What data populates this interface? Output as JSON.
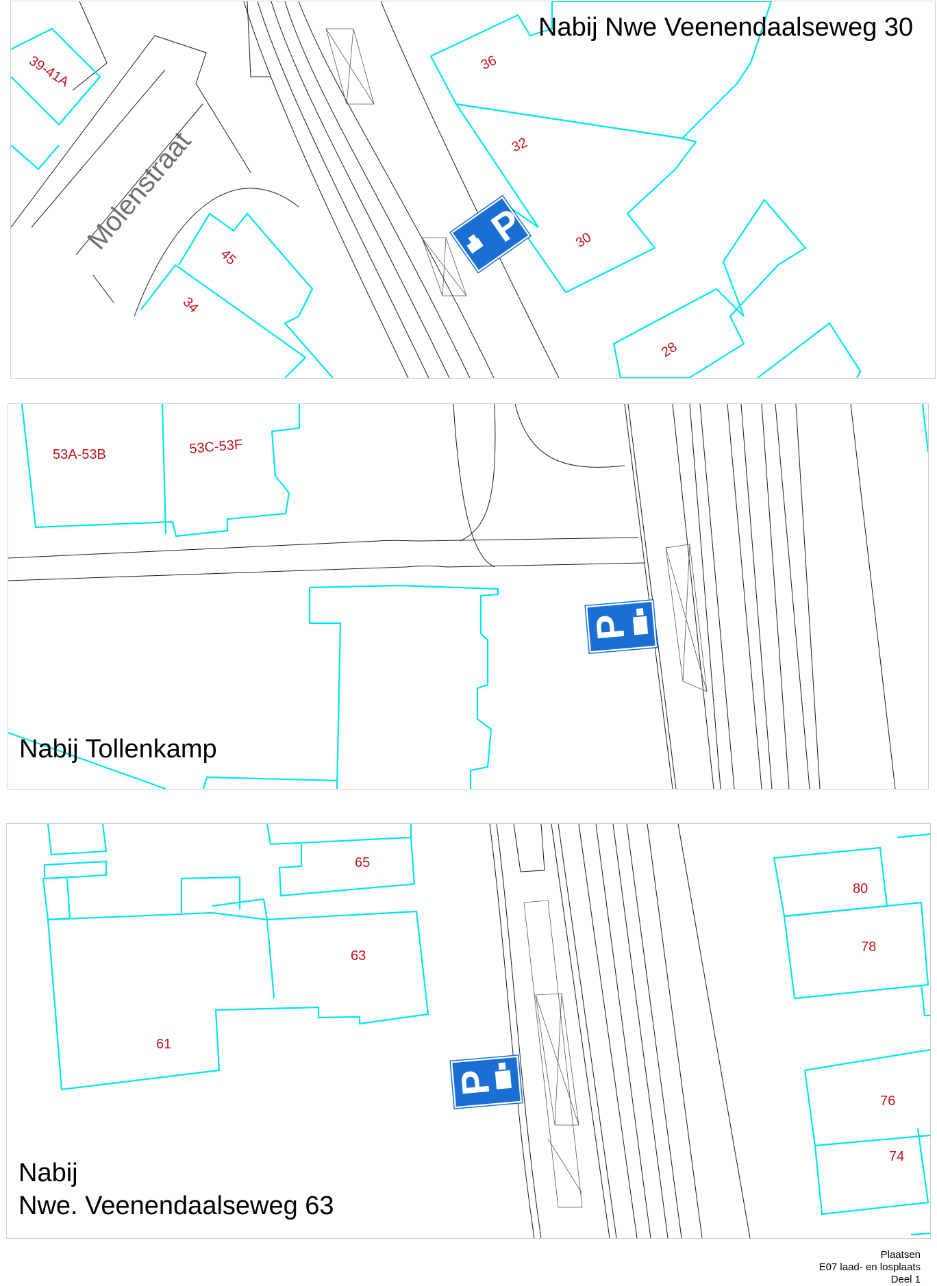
{
  "panels": [
    {
      "caption": "Nabij Nwe Veenendaalseweg 30",
      "street": "Molenstraat",
      "house_numbers": [
        "39-41A",
        "36",
        "32",
        "30",
        "45",
        "34",
        "28"
      ]
    },
    {
      "caption": "Nabij Tollenkamp",
      "house_numbers": [
        "53A-53B",
        "53C-53F"
      ]
    },
    {
      "caption_line1": "Nabij",
      "caption_line2": "Nwe. Veenendaalseweg 63",
      "house_numbers": [
        "65",
        "63",
        "61",
        "80",
        "78",
        "76",
        "74"
      ]
    }
  ],
  "sign": {
    "letter": "P",
    "color": "#1a6fd4",
    "icon": "loading-zone-parking-sign-icon"
  },
  "footer": {
    "line1": "Plaatsen",
    "line2": "E07 laad- en losplaats",
    "line3": "Deel 1"
  },
  "colors": {
    "building_outline": "#00e5ee",
    "house_number": "#c0141c"
  }
}
